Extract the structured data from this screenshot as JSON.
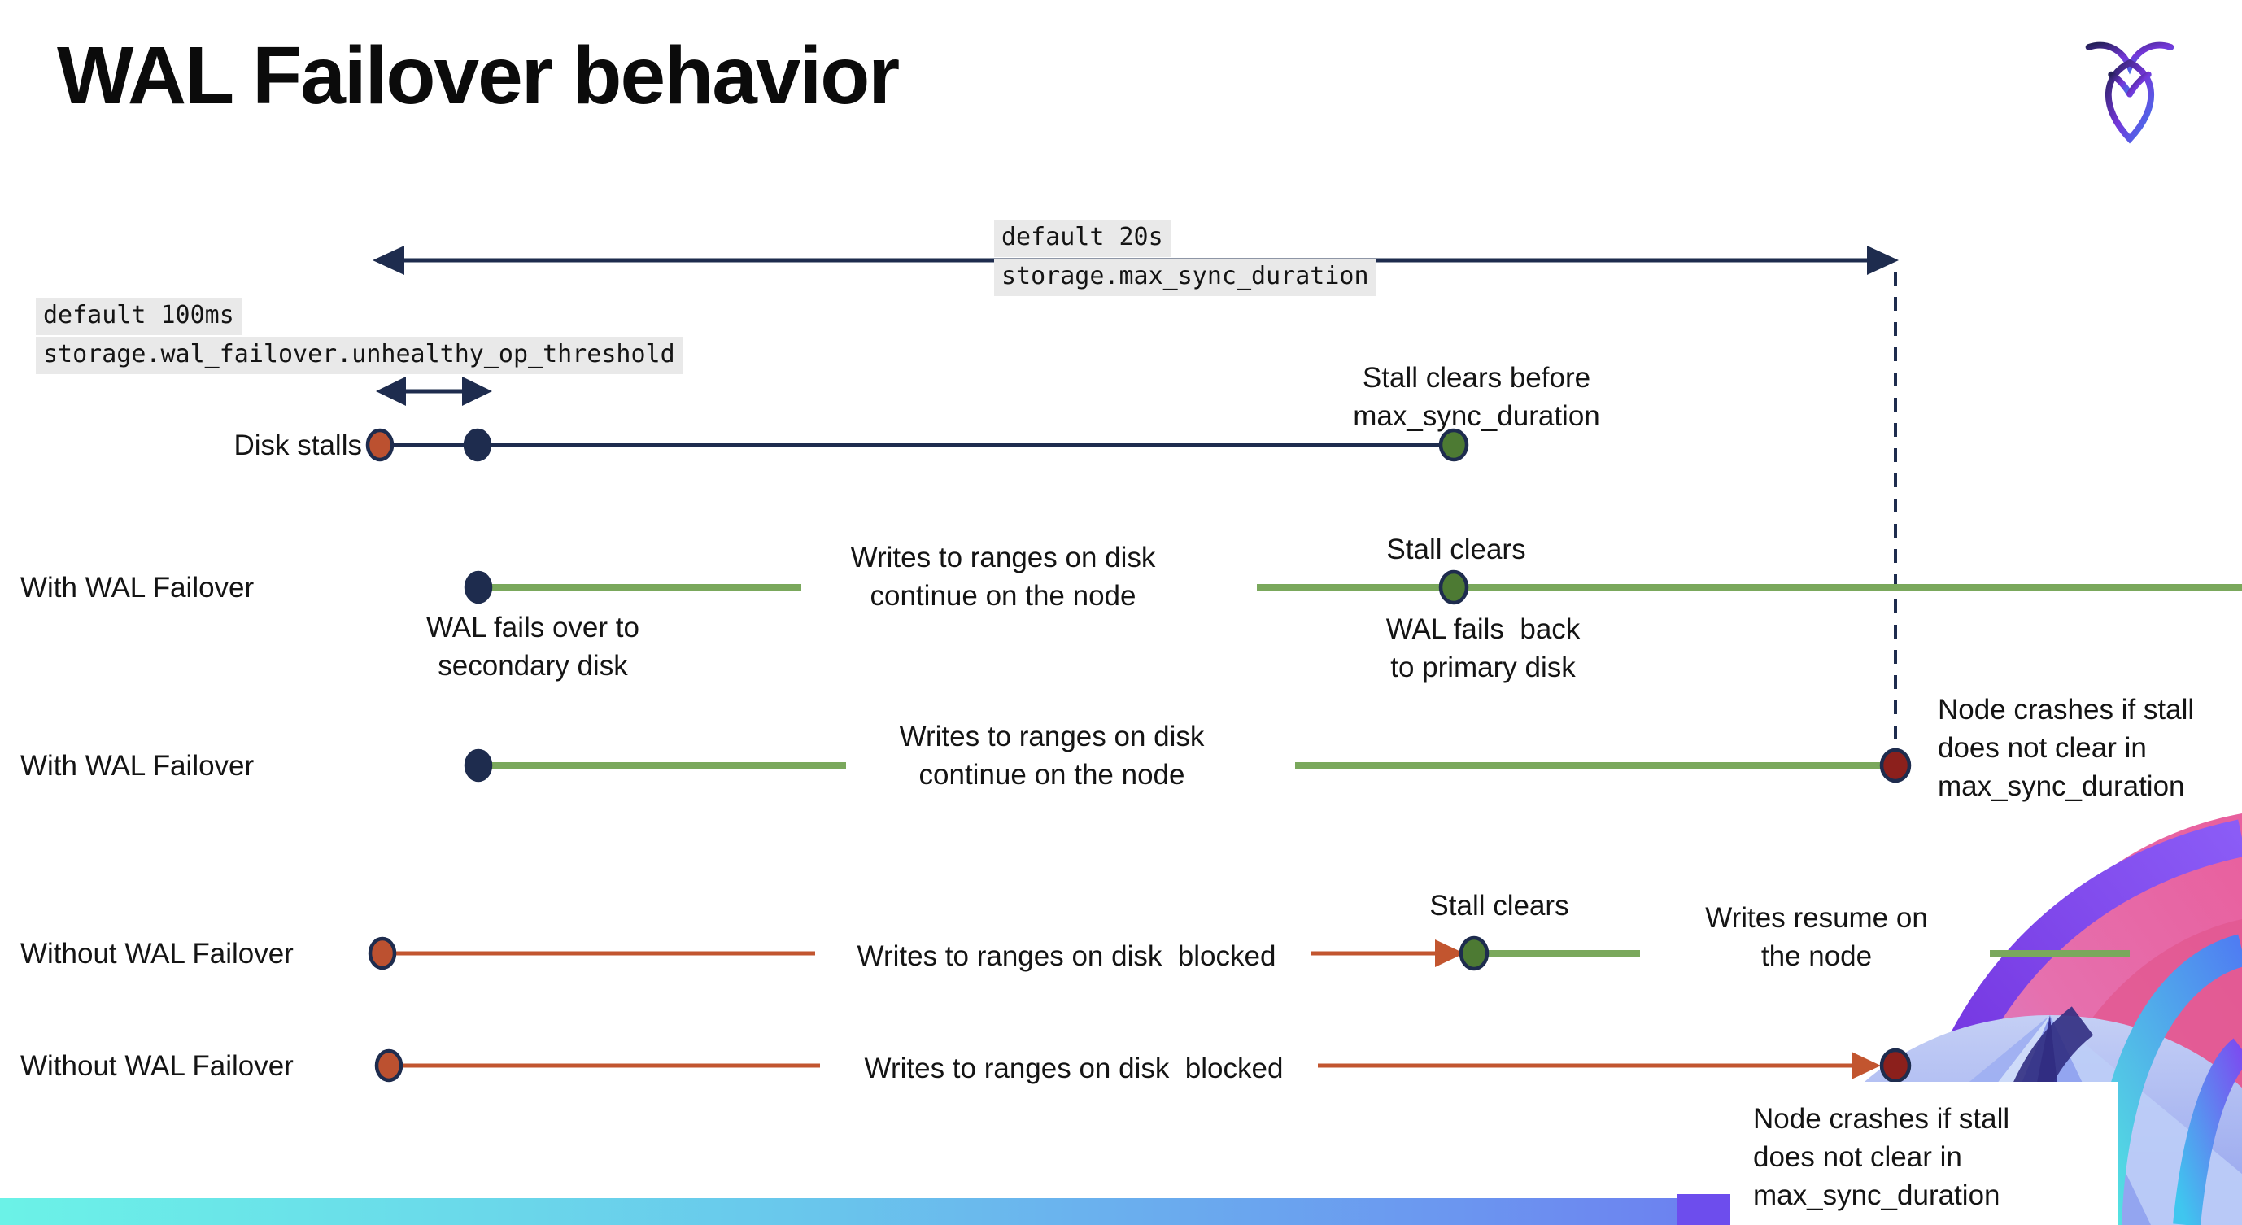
{
  "page": {
    "title": "WAL Failover behavior"
  },
  "logo": {
    "name": "cockroach-logo"
  },
  "settings": {
    "max_sync_duration": {
      "default_label": "default 20s",
      "setting_name": "storage.max_sync_duration"
    },
    "unhealthy_op_threshold": {
      "default_label": "default 100ms",
      "setting_name": "storage.wal_failover.unhealthy_op_threshold"
    }
  },
  "annotations": {
    "stall_clears_before": "Stall clears before\nmax_sync_duration",
    "stall_clears": "Stall clears",
    "wal_fails_over": "WAL fails over to\nsecondary disk",
    "wal_fails_back": "WAL fails  back\nto primary disk",
    "writes_continue": "Writes to ranges on disk\ncontinue on the node",
    "writes_blocked": "Writes to ranges on disk  blocked",
    "writes_resume": "Writes resume on\nthe node",
    "node_crashes": "Node crashes if stall\ndoes not clear in\nmax_sync_duration"
  },
  "rows": {
    "disk_stalls": {
      "label": "Disk stalls"
    },
    "with_wal_1": {
      "label": "With WAL Failover"
    },
    "with_wal_2": {
      "label": "With WAL Failover"
    },
    "without_wal_1": {
      "label": "Without WAL Failover"
    },
    "without_wal_2": {
      "label": "Without WAL Failover"
    }
  },
  "colors": {
    "navy": "#1e2c4e",
    "green_line": "#7aa85c",
    "green_dot": "#4d7a33",
    "red_line": "#c2552f",
    "red_dot": "#bc5130",
    "maroon_dot": "#8c201c",
    "code_bg": "#e9e9e9",
    "bar_gradient_left": "#6bf2e7",
    "bar_gradient_mid": "#6b96f0",
    "bar_gradient_right": "#7050ee",
    "art_pink": "#e85f9d",
    "art_violet": "#6d28d9",
    "art_teal": "#53e8e0",
    "logo_gradient_start": "#25205a",
    "logo_gradient_mid": "#7436d8",
    "logo_gradient_end": "#3f7bf0"
  }
}
